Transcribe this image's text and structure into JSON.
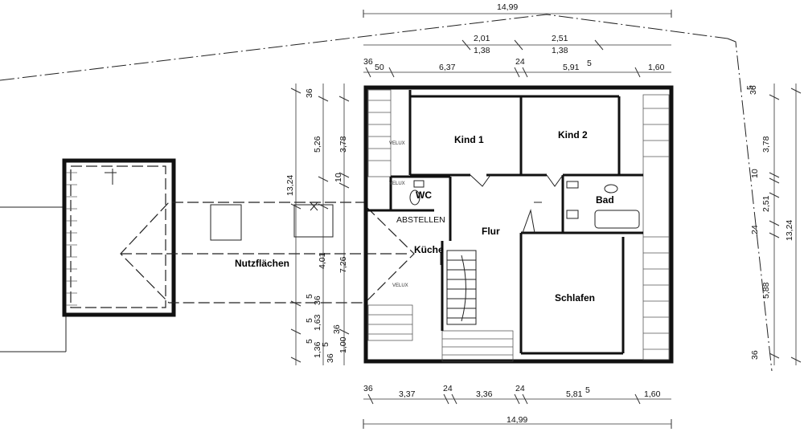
{
  "rooms": {
    "kind1": "Kind 1",
    "kind2": "Kind 2",
    "wc": "WC",
    "bad": "Bad",
    "abstellen": "ABSTELLEN",
    "flur": "Flur",
    "kueche": "Küche",
    "nutzflaechen": "Nutzflächen",
    "schlafen": "Schlafen"
  },
  "windows": {
    "velux": "VELUX"
  },
  "dims_top": {
    "total": "14,99",
    "a": "2,01",
    "a_sub": "1,38",
    "b": "2,51",
    "b_sub": "1,38",
    "c0": "36",
    "c0b": "50",
    "c1": "6,37",
    "c2": "24",
    "c3": "5,91",
    "c3b": "5",
    "c4": "1,60"
  },
  "dims_bottom": {
    "b0": "36",
    "b1": "3,37",
    "b2": "24",
    "b3": "3,36",
    "b4": "24",
    "b5": "5,81",
    "b5b": "5",
    "b6": "1,60",
    "total": "14,99"
  },
  "dims_left": {
    "l1": "36",
    "l2": "3,78",
    "l3": "5,26",
    "l4": "10",
    "l5": "13,24",
    "l6": "4,01",
    "l7": "7,26",
    "l8": "36",
    "l9": "5",
    "l10": "1,63",
    "l11": "5",
    "l12": "36",
    "l13": "1,36",
    "l14": "5",
    "l15": "36",
    "l16": "1,00",
    "l17": "5"
  },
  "dims_right": {
    "r1": "36",
    "r2": "3,78",
    "r3": "10",
    "r4": "2,51",
    "r5": "24",
    "r6": "13,24",
    "r7": "5,88",
    "r8": "36",
    "r9": "5"
  }
}
